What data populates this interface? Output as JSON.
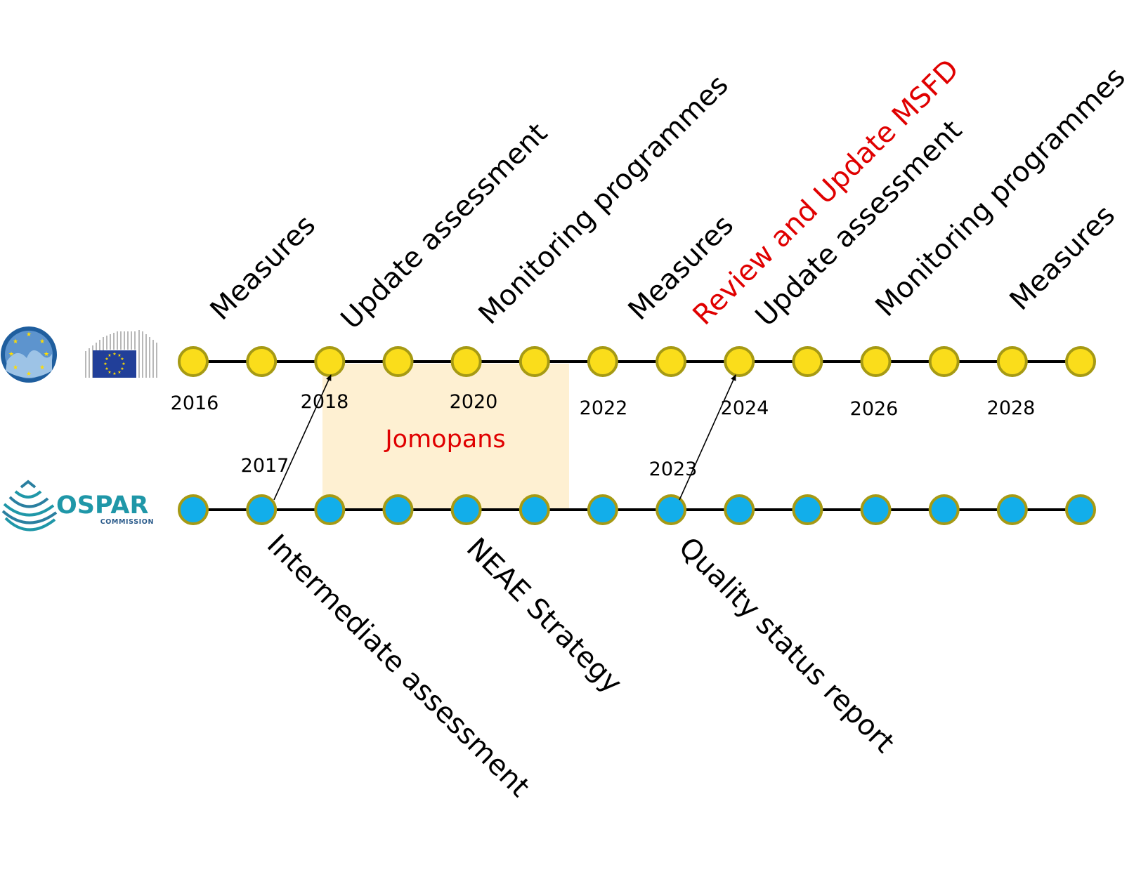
{
  "colors": {
    "eu_node": "#FADD1B",
    "ospar_node": "#12AEEA",
    "node_stroke": "#A69A14",
    "line": "#000000",
    "highlight_band": "#FEF0D2",
    "red_text": "#E00000",
    "eu_flag": "#213F99",
    "eu_star": "#FFDD00",
    "ospar_teal": "#1F97A8"
  },
  "logos": {
    "msfd_logo_icon": "msfd-circle-logo-icon",
    "ec_logo_icon": "european-commission-logo-icon",
    "ospar_logo": {
      "name": "OSPAR",
      "subtitle": "COMMISSION"
    }
  },
  "eu_year_labels": [
    "2016",
    "2018",
    "2020",
    "2022",
    "2024",
    "2026",
    "2028"
  ],
  "ospar_year_labels": [
    "2017",
    "2023"
  ],
  "highlight": {
    "label": "Jomopans"
  },
  "top_labels": [
    {
      "text": "Measures",
      "red": false
    },
    {
      "text": "Update assessment",
      "red": false
    },
    {
      "text": "Monitoring programmes",
      "red": false
    },
    {
      "text": "Measures",
      "red": false
    },
    {
      "text": "Review and Update MSFD",
      "red": true
    },
    {
      "text": "Update assessment",
      "red": false
    },
    {
      "text": "Monitoring programmes",
      "red": false
    },
    {
      "text": "Measures",
      "red": false
    }
  ],
  "bottom_labels": [
    {
      "text": "Intermediate assessment"
    },
    {
      "text": "NEAE Strategy"
    },
    {
      "text": "Quality status report"
    }
  ]
}
